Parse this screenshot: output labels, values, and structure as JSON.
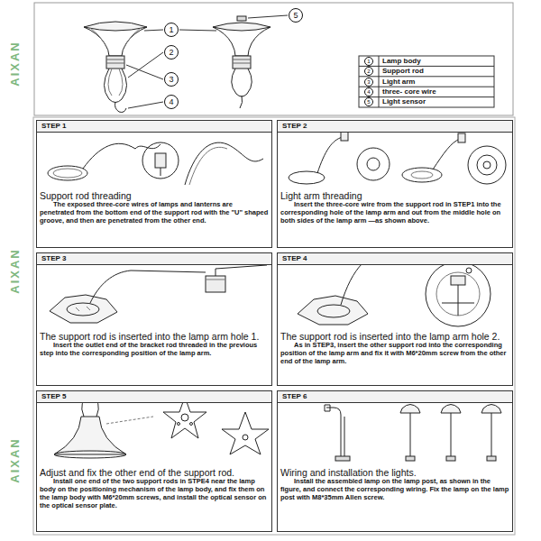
{
  "diagram": {
    "nodes": [
      {
        "text": [
          "STEP 1",
          "Support rod threading",
          "The exposed three-core wires of lamps and lanterns are penetrated from the bottom end of the support rod with the \"U\" shaped groove, and then are penetrated from the other end."
        ]
      },
      {
        "text": [
          "STEP 2",
          "Light arm threading",
          "Insert the three-core wire from the support rod in STEP1 into the corresponding hole of the lamp arm and out from the middle hole on both sides of the lamp arm —as shown above."
        ]
      },
      {
        "text": [
          "STEP 3",
          "The support rod is inserted into the lamp arm hole 1.",
          "Insert the outlet end of the bracket rod threaded in the previous step into the corresponding position of the lamp arm."
        ]
      },
      {
        "text": [
          "STEP 4",
          "The support rod is inserted into the lamp arm hole 2.",
          "As in STEP3, insert the other support rod into the corresponding position of the lamp arm and fix it with M6*20mm screw from the other end of the lamp arm."
        ]
      },
      {
        "text": [
          "STEP 5",
          "Adjust and fix the other end of the support rod.",
          "Install one end of the two support rods in STPE4 near the lamp body on the positioning mechanism of the lamp body, and fix them on the lamp body with M6*20mm screws, and install the optical sensor on the optical sensor plate."
        ]
      },
      {
        "text": [
          "STEP 6",
          "Wiring and installation the lights.",
          "Install the assembled lamp on the lamp post, as shown in the figure, and connect the corresponding wiring. Fix the lamp on the lamp post with M8*35mm Allen screw."
        ]
      }
    ],
    "labels": [
      "1",
      "2",
      "3",
      "4",
      "5",
      "1",
      "Lamp body",
      "2",
      "Support rod",
      "3",
      "Light arm",
      "4",
      "three- core wire",
      "5",
      "Light sensor",
      "AIXAN",
      "AIXAN",
      "AIXAN"
    ]
  }
}
